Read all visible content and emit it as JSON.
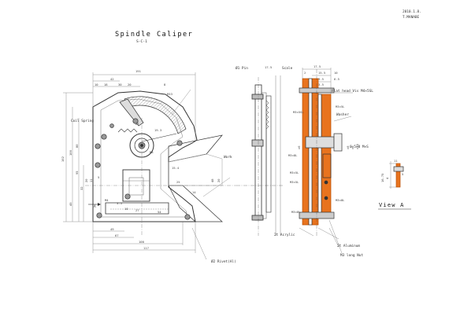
{
  "header": {
    "date": "2010.1.8.",
    "author": "T.MANABE"
  },
  "title": "Spindle Caliper",
  "subtitle": "S-C-1",
  "colors": {
    "line": "#333333",
    "accent_part": "#e8731e",
    "accent_stroke": "#b84e00",
    "background": "#ffffff"
  },
  "labels": {
    "coil_spring": "Coil Spring",
    "work": "Work",
    "pin": "Ø1 Pin",
    "scale": "Scale",
    "flat_head_vis": "Flat head Vis M4×5SL",
    "washer": "Washer",
    "m_vis": "0.5×8 M×S",
    "acrylic": "2t Acrylic",
    "aluminum": "2t Aluminum",
    "m3_long_nut": "M3 long Nut",
    "rivet": "Ø2 Rivet(Al)",
    "view_a": "View A",
    "a_marker": "A"
  },
  "dimensions": {
    "front_top": [
      "191",
      "42",
      "18",
      "10",
      "30",
      "20",
      "8"
    ],
    "front_left": [
      "102",
      "100",
      "80",
      "95",
      "49",
      "32",
      "20",
      "11"
    ],
    "front_bottom": [
      "M4",
      "3.5",
      "10",
      "27",
      "54",
      "49",
      "67",
      "100",
      "117"
    ],
    "front_misc": [
      "R53",
      "19.3",
      "67",
      "R8",
      "15.4",
      "25",
      "14",
      "48",
      "20",
      "5"
    ],
    "side_top": [
      "17.5",
      "17.5",
      "2",
      "15.5",
      "9.5",
      "3.5",
      "6.5",
      "10"
    ],
    "side_left": [
      "M3×5SL",
      "M3×8L",
      "M3×5L",
      "M3×5L",
      "M3×8L"
    ],
    "side_right": [
      "M3×5L",
      "×6",
      "×8",
      "×9",
      "×10",
      "M3×8L"
    ],
    "view_a_dims": [
      "16.75",
      "4",
      "11",
      "5"
    ]
  }
}
